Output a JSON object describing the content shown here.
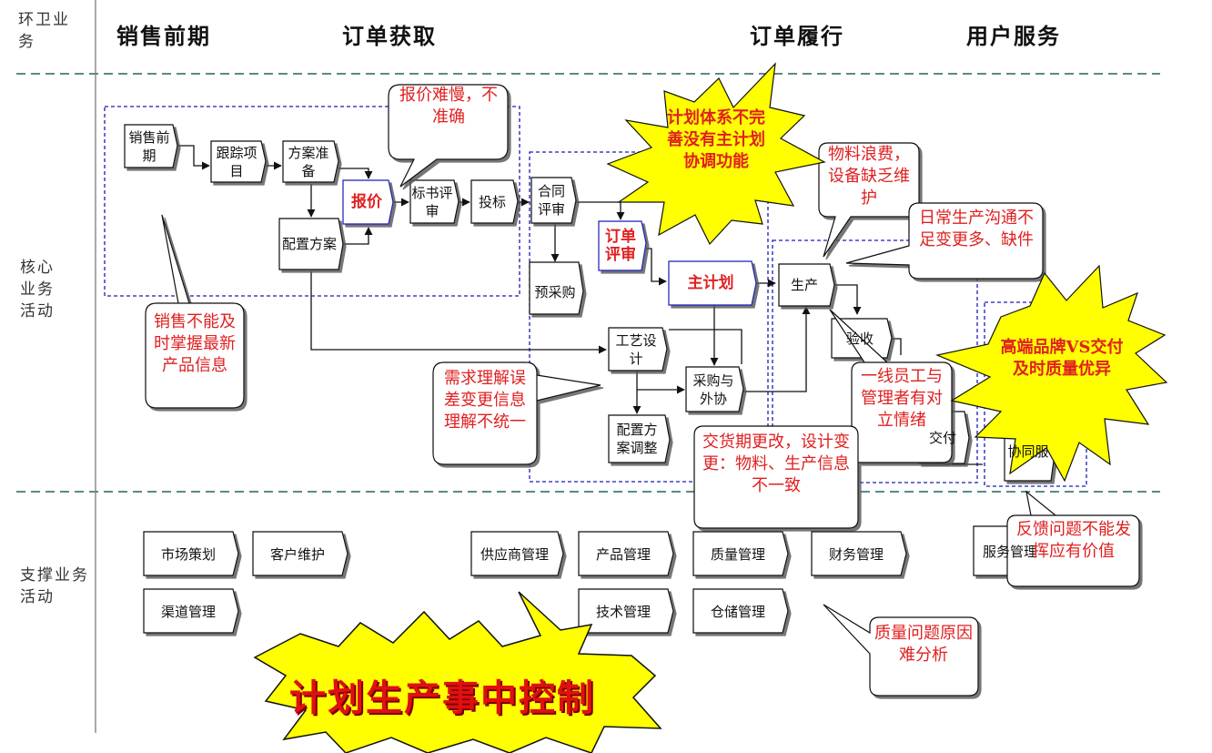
{
  "lanes": {
    "header": "环卫业务",
    "core": "核心业务活动",
    "support": "支撑业务活动"
  },
  "phases": [
    "销售前期",
    "订单获取",
    "订单履行",
    "用户服务"
  ],
  "nodes": {
    "presales": "销售前期",
    "track": "跟踪项目",
    "plan_prep": "方案准备",
    "quote": "报价",
    "bid_review": "标书评审",
    "bidding": "投标",
    "contract_review": "合同评审",
    "config_plan": "配置方案",
    "order_review": "订单评审",
    "pre_purchase": "预采购",
    "master_plan": "主计划",
    "production": "生产",
    "process_design": "工艺设计",
    "purchase_outsource": "采购与外协",
    "config_adjust": "配置方案调整",
    "inspection": "验收",
    "delivery": "交付",
    "feedback": "协同服"
  },
  "support": {
    "market_planning": "市场策划",
    "customer_maintenance": "客户维护",
    "channel_management": "渠道管理",
    "supplier_management": "供应商管理",
    "product_management": "产品管理",
    "quality_management": "质量管理",
    "finance_management": "财务管理",
    "tech_management": "技术管理",
    "warehouse_management": "仓储管理",
    "service_management": "服务管理"
  },
  "callouts": {
    "quote_issue": "报价难慢，不准确",
    "sales_info": "销售不能及时掌握最新产品信息",
    "demand_error": "需求理解误差变更信息理解不统一",
    "material_waste": "物料浪费，设备缺乏维护",
    "daily_comm": "日常生产沟通不足变更多、缺件",
    "worker_conflict": "一线员工与管理者有对立情绪",
    "delivery_change": "交货期更改，设计变更：物料、生产信息不一致",
    "feedback_issue": "反馈问题不能发挥应有价值",
    "quality_issue": "质量问题原因难分析"
  },
  "bursts": {
    "plan_system": "计划体系不完善没有主计划协调功能",
    "brand": "高端品牌VS交付及时质量优异",
    "headline": "计划生产事中控制"
  },
  "colors": {
    "accent_red": "#e02020",
    "burst_yellow": "#ffff00",
    "dash_blue": "#1a1ab8",
    "divider": "#5a8a8a"
  }
}
